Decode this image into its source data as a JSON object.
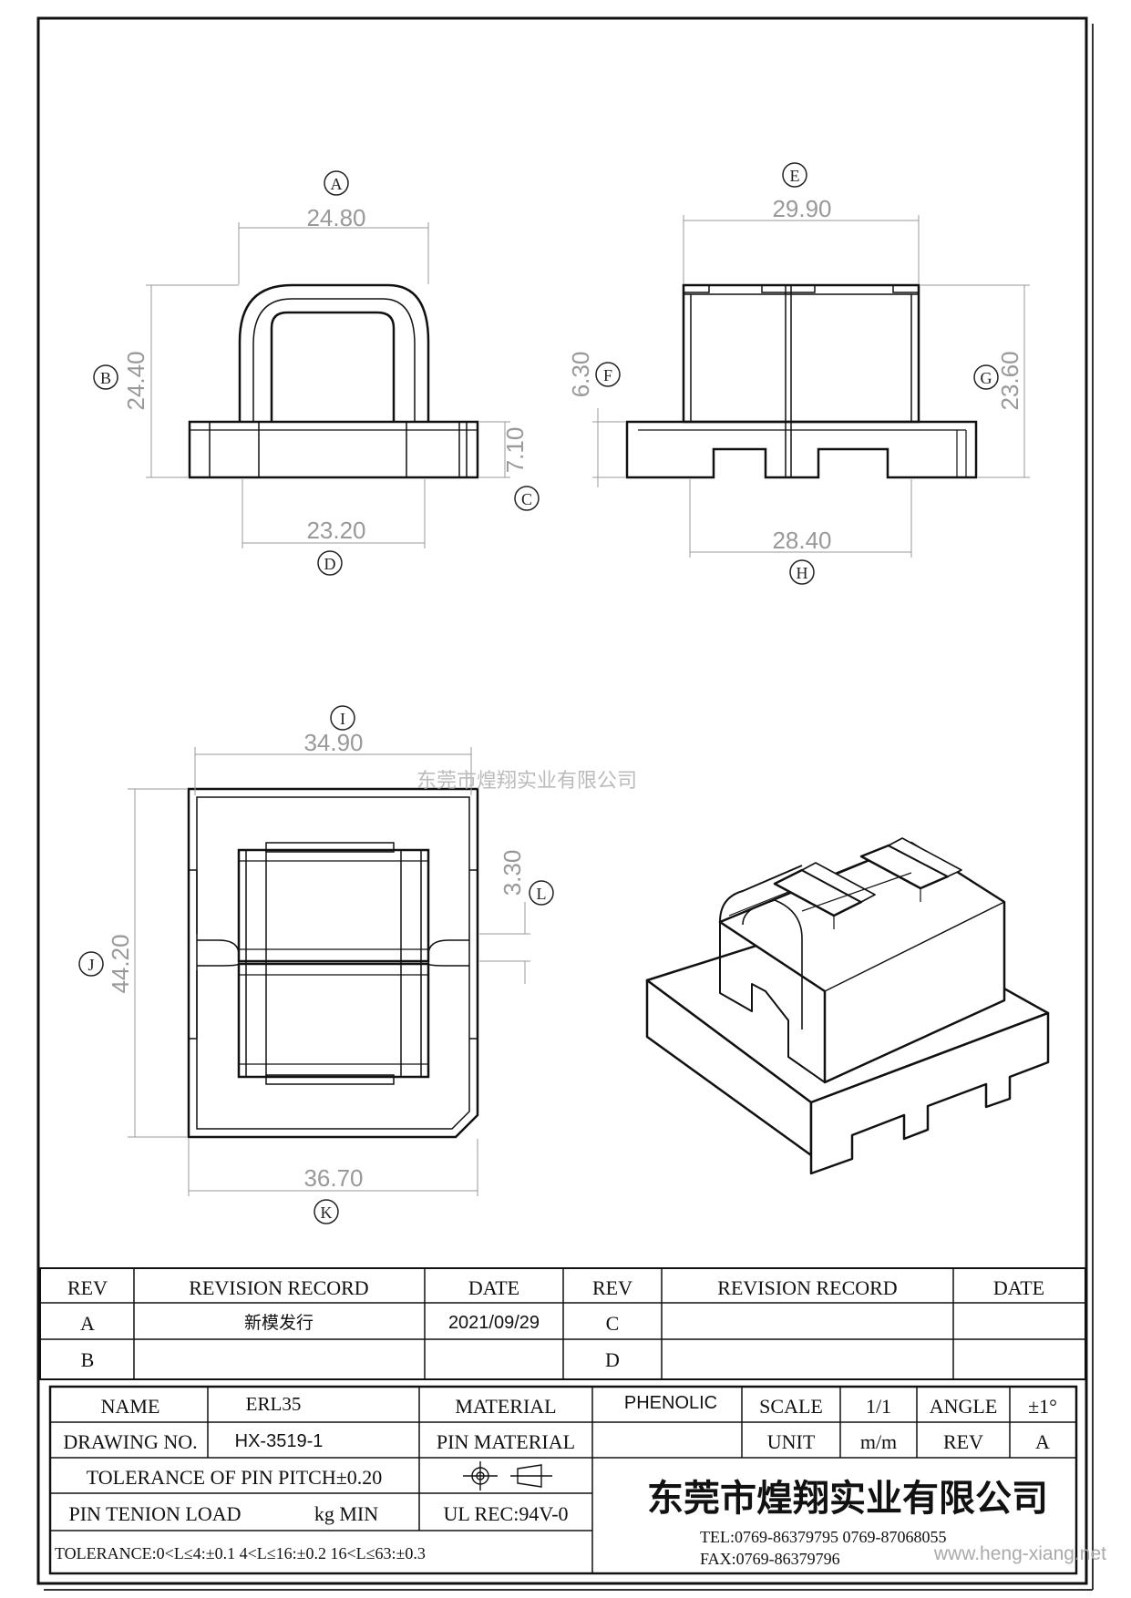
{
  "watermark": {
    "company": "东莞市煌翔实业有限公司",
    "site": "www.heng-xiang.net"
  },
  "views": {
    "front": {
      "A": {
        "label": "A",
        "value": "24.80"
      },
      "B": {
        "label": "B",
        "value": "24.40"
      },
      "C": {
        "label": "C",
        "value": "7.10"
      },
      "D": {
        "label": "D",
        "value": "23.20"
      }
    },
    "side": {
      "E": {
        "label": "E",
        "value": "29.90"
      },
      "F": {
        "label": "F",
        "value": "6.30"
      },
      "G": {
        "label": "G",
        "value": "23.60"
      },
      "H": {
        "label": "H",
        "value": "28.40"
      }
    },
    "top": {
      "I": {
        "label": "I",
        "value": "34.90"
      },
      "J": {
        "label": "J",
        "value": "44.20"
      },
      "K": {
        "label": "K",
        "value": "36.70"
      },
      "L": {
        "label": "L",
        "value": "3.30"
      }
    }
  },
  "revision": {
    "headers": {
      "rev": "REV",
      "record": "REVISION RECORD",
      "date": "DATE"
    },
    "left": [
      {
        "rev": "A",
        "record": "新模发行",
        "date": "2021/09/29"
      },
      {
        "rev": "B",
        "record": "",
        "date": ""
      }
    ],
    "right": [
      {
        "rev": "C",
        "record": "",
        "date": ""
      },
      {
        "rev": "D",
        "record": "",
        "date": ""
      }
    ]
  },
  "title_block": {
    "name_label": "NAME",
    "name_value": "ERL35",
    "material_label": "MATERIAL",
    "material_value": "PHENOLIC",
    "scale_label": "SCALE",
    "scale_value": "1/1",
    "angle_label": "ANGLE",
    "angle_value": "±1°",
    "drawing_no_label": "DRAWING NO.",
    "drawing_no_value": "HX-3519-1",
    "pin_material_label": "PIN MATERIAL",
    "pin_material_value": "",
    "unit_label": "UNIT",
    "unit_value": "m/m",
    "rev_label": "REV",
    "rev_value": "A",
    "tol_pitch": "TOLERANCE OF PIN PITCH±0.20",
    "pin_tension_label": "PIN TENION LOAD",
    "pin_tension_unit": "kg MIN",
    "ul": "UL REC:94V-0",
    "tolerance": "TOLERANCE:0<L≤4:±0.1  4<L≤16:±0.2  16<L≤63:±0.3",
    "company": "东莞市煌翔实业有限公司",
    "tel": "TEL:0769-86379795   0769-87068055",
    "fax": "FAX:0769-86379796"
  }
}
